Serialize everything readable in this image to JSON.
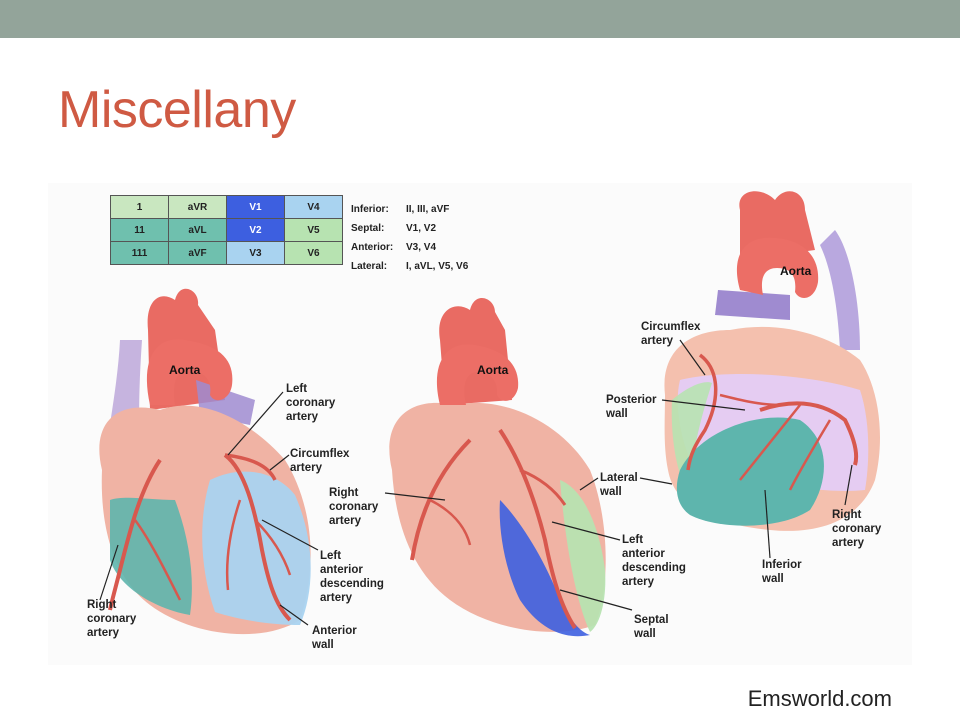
{
  "slide": {
    "title": "Miscellany",
    "credit": "Emsworld.com"
  },
  "lead_table": {
    "rows": [
      [
        "1",
        "aVR",
        "V1",
        "V4"
      ],
      [
        "11",
        "aVL",
        "V2",
        "V5"
      ],
      [
        "111",
        "aVF",
        "V3",
        "V6"
      ]
    ]
  },
  "legend": [
    {
      "name": "Inferior:",
      "leads": "II, III, aVF"
    },
    {
      "name": "Septal:",
      "leads": "V1, V2"
    },
    {
      "name": "Anterior:",
      "leads": "V3, V4"
    },
    {
      "name": "Lateral:",
      "leads": "I, aVL, V5, V6"
    }
  ],
  "heart1": {
    "aorta": "Aorta",
    "left_coronary": "Left\ncoronary\nartery",
    "circumflex": "Circumflex\nartery",
    "lad": "Left\nanterior\ndescending\nartery",
    "right_coronary": "Right\ncoronary\nartery",
    "anterior_wall": "Anterior\nwall"
  },
  "heart2": {
    "aorta": "Aorta",
    "right_coronary": "Right\ncoronary\nartery",
    "lateral_wall": "Lateral\nwall",
    "lad": "Left\nanterior\ndescending\nartery",
    "septal_wall": "Septal\nwall"
  },
  "heart3": {
    "aorta": "Aorta",
    "circumflex": "Circumflex\nartery",
    "posterior_wall": "Posterior\nwall",
    "inferior_wall": "Inferior\nwall",
    "right_coronary": "Right\ncoronary\nartery"
  },
  "colors": {
    "title": "#cf5a43",
    "topbar": "#93a49a",
    "heart_tissue": "#f0b3a4",
    "artery": "#d8584e",
    "anterior_region": "#a9d3f0",
    "inferior_region": "#5eb5ad",
    "septal_region": "#3d5fe0",
    "lateral_region": "#b7e3b1",
    "posterior_region": "#e4ccf5"
  }
}
